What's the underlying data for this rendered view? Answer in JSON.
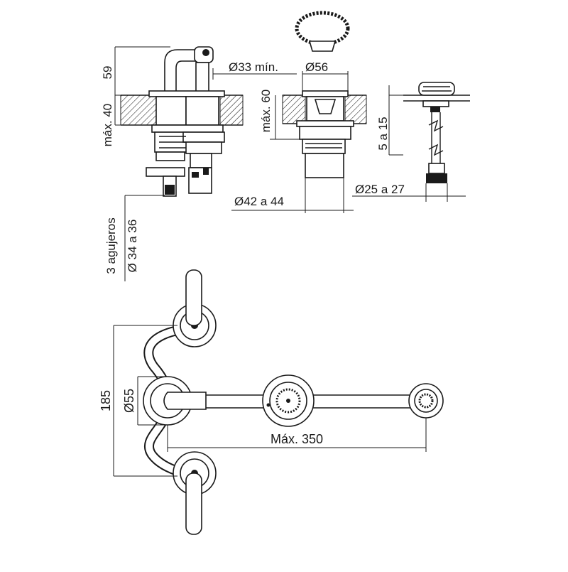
{
  "dimensions": {
    "height_top": "59",
    "counter_max": "máx. 40",
    "spout_min": "Ø33 mín.",
    "drain_cap": "Ø56",
    "drain_max": "máx. 60",
    "drain_hole": "Ø42 a 44",
    "thickness_range": "5 a 15",
    "popup_hole": "Ø25 a 27",
    "holes_count": "3 agujeros",
    "holes_diameter": "Ø 34 a 36",
    "spacing": "185",
    "body_diameter": "Ø55",
    "max_length": "Máx. 350"
  }
}
